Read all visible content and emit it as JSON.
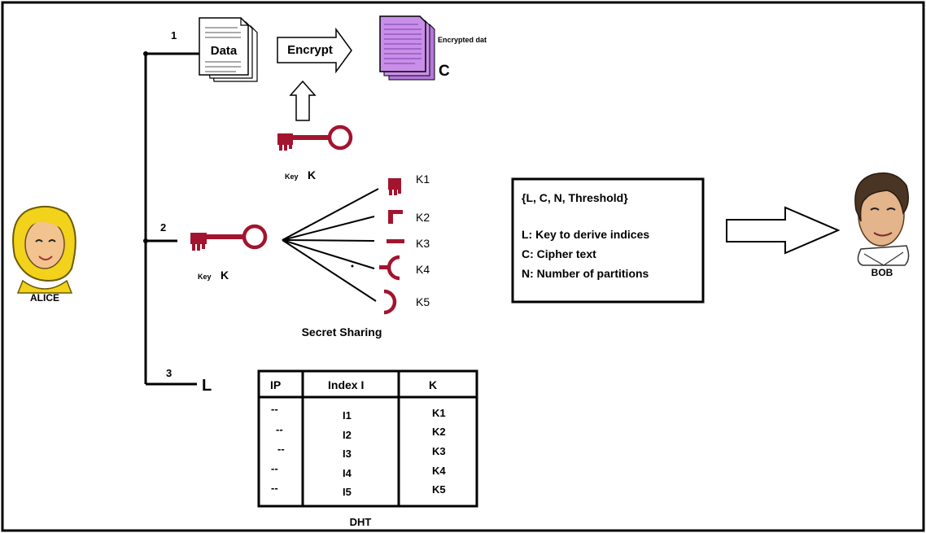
{
  "actors": {
    "alice": "ALICE",
    "bob": "BOB"
  },
  "steps": {
    "step1": "1",
    "step2": "2",
    "step3": "3"
  },
  "step1": {
    "data_label": "Data",
    "encrypt_label": "Encrypt",
    "encrypted_label": "Encrypted dat",
    "cipher_symbol": "C",
    "key_word": "Key",
    "key_symbol": "K"
  },
  "step2": {
    "key_word": "Key",
    "key_symbol": "K",
    "shares": [
      "K1",
      "K2",
      "K3",
      "K4",
      "K5"
    ],
    "caption": "Secret Sharing"
  },
  "step3": {
    "symbol": "L"
  },
  "message_box": {
    "line1": "{L, C, N, Threshold}",
    "line2": "L: Key to derive indices",
    "line3": "C: Cipher text",
    "line4": "N: Number of partitions"
  },
  "dht": {
    "caption": "DHT",
    "headers": [
      "IP",
      "Index I",
      "K"
    ],
    "rows": [
      [
        "--",
        "I1",
        "K1"
      ],
      [
        "--",
        "I2",
        "K2"
      ],
      [
        "--",
        "I3",
        "K3"
      ],
      [
        "--",
        "I4",
        "K4"
      ],
      [
        "--",
        "I5",
        "K5"
      ]
    ]
  },
  "colors": {
    "key": "#a3142e",
    "encrypted_doc": "#c98fe8",
    "encrypted_doc_lines": "#7a3fb0",
    "alice_hair": "#f2d21a",
    "alice_skin": "#f2c38e",
    "bob_hair": "#4a3524",
    "bob_skin": "#e4b48a"
  }
}
